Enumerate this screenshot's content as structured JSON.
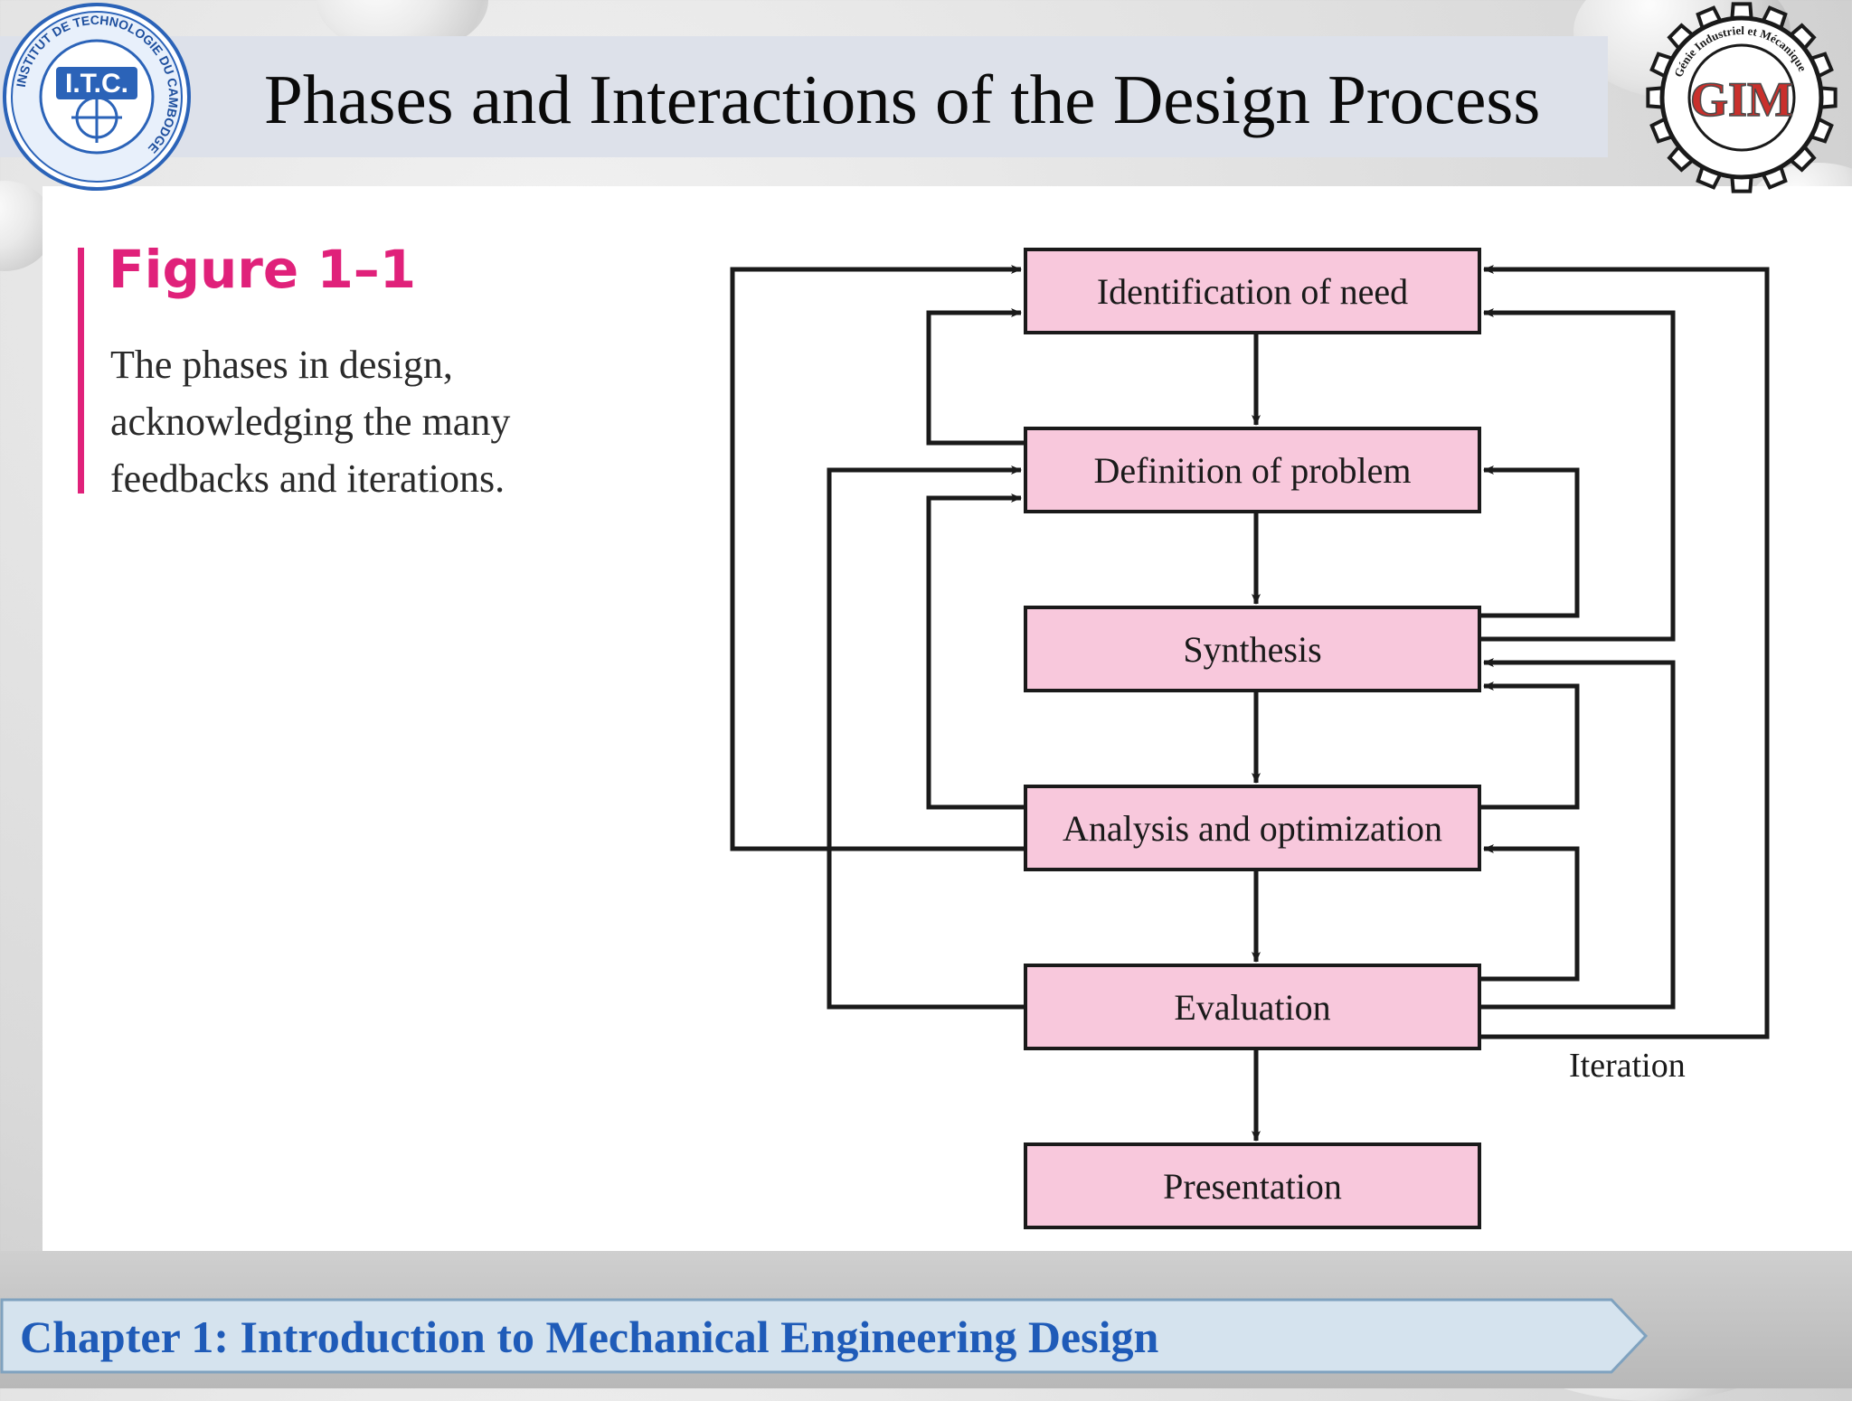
{
  "slide": {
    "title": "Phases and Interactions of the Design Process",
    "footer": "Chapter 1: Introduction to Mechanical Engineering Design"
  },
  "figure": {
    "label": "Figure 1–1",
    "caption": "The phases in design, acknowledging the many feedbacks and iterations."
  },
  "diagram": {
    "nodes": [
      {
        "id": "need",
        "label": "Identification of need"
      },
      {
        "id": "problem",
        "label": "Definition of problem"
      },
      {
        "id": "synthesis",
        "label": "Synthesis"
      },
      {
        "id": "analysis",
        "label": "Analysis and optimization"
      },
      {
        "id": "evaluation",
        "label": "Evaluation"
      },
      {
        "id": "presentation",
        "label": "Presentation"
      }
    ],
    "annotation": "Iteration",
    "box_fill": "#f8c8dc"
  },
  "logos": {
    "left": {
      "text": "I.T.C.",
      "ring_text": "INSTITUT DE TECHNOLOGIE DU CAMBODGE",
      "icon": "itc-seal-icon"
    },
    "right": {
      "text": "GIM",
      "ring_text": "Génie Industriel et Mécanique",
      "icon": "gear-logo-icon"
    }
  },
  "colors": {
    "accent": "#e0217a",
    "footer_text": "#1f5bb8",
    "title_bar": "#dde1ea"
  }
}
